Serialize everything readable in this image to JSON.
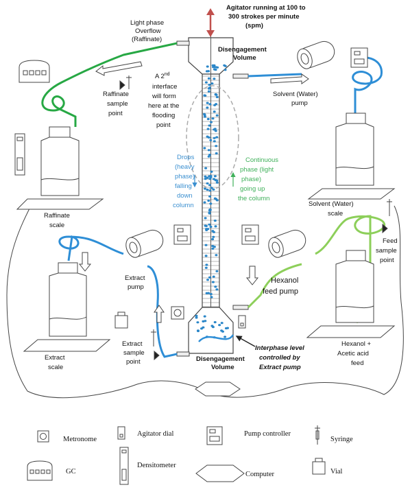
{
  "colors": {
    "green_line": "#27a844",
    "blue_line": "#2e8ed6",
    "light_green_line": "#8dcf5a",
    "drop_blue": "#2a86c8",
    "text_green": "#3fb05a",
    "text_blue": "#3a8fd0",
    "agitator_arrow": "#c0504d"
  },
  "labels": {
    "agitator_1": "Agitator running at 100 to",
    "agitator_2": "300 strokes per minute",
    "agitator_3": "(spm)",
    "light_phase_1": "Light phase",
    "light_phase_2": "Overflow",
    "light_phase_3": "(Raffinate)",
    "diseng_top_1": "Disengagement",
    "diseng_top_2": "Volume",
    "second_if_1": "A 2nd",
    "second_if_2": "interface",
    "second_if_3": "will form",
    "second_if_4": "here at the",
    "second_if_5": "flooding",
    "second_if_6": "point",
    "raff_sample_1": "Raffinate",
    "raff_sample_2": "sample",
    "raff_sample_3": "point",
    "solvent_pump_1": "Solvent (Water)",
    "solvent_pump_2": "pump",
    "drops_1": "Drops",
    "drops_2": "(heavy",
    "drops_3": "phase)",
    "drops_4": "falling",
    "drops_5": "down",
    "drops_6": "column",
    "cont_1": "Continuous",
    "cont_2": "phase (light",
    "cont_3": "phase)",
    "cont_4": "going up",
    "cont_5": "the column",
    "raff_scale_1": "Raffinate",
    "raff_scale_2": "scale",
    "solvent_scale_1": "Solvent (Water)",
    "solvent_scale_2": "scale",
    "feed_sample_1": "Feed",
    "feed_sample_2": "sample",
    "feed_sample_3": "point",
    "extract_pump_1": "Extract",
    "extract_pump_2": "pump",
    "hexanol_pump_1": "Hexanol",
    "hexanol_pump_2": "feed pump",
    "extract_sample_1": "Extract",
    "extract_sample_2": "sample",
    "extract_sample_3": "point",
    "extract_scale_1": "Extract",
    "extract_scale_2": "scale",
    "interphase_1": "Interphase level",
    "interphase_2": "controlled by",
    "interphase_3": "Extract pump",
    "diseng_bot_1": "Disengagement",
    "diseng_bot_2": "Volume",
    "hex_feed_1": "Hexanol +",
    "hex_feed_2": "Acetic acid",
    "hex_feed_3": "feed"
  },
  "legend": {
    "metronome": "Metronome",
    "agitator_dial": "Agitator dial",
    "pump_controller": "Pump controller",
    "syringe": "Syringe",
    "gc": "GC",
    "densitometer": "Densitometer",
    "computer": "Computer",
    "vial": "Vial"
  }
}
